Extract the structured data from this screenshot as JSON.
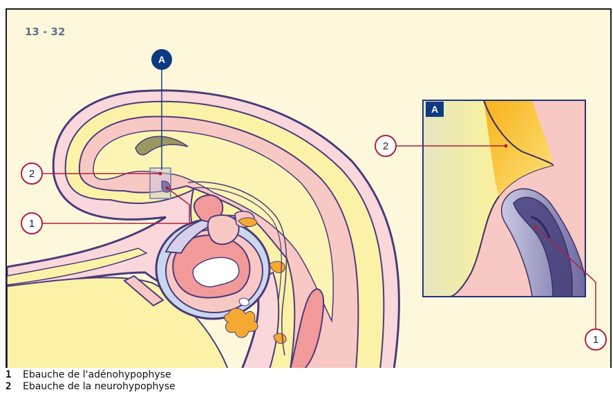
{
  "figure": {
    "number": "13 - 32",
    "view_marker": "A",
    "inset_label": "A",
    "callouts": {
      "adeno": "1",
      "neuro": "2"
    },
    "colors": {
      "background": "#fdf8dc",
      "outline": "#4a3a7a",
      "callout_line": "#b01e3a",
      "marker_blue": "#0d3a82",
      "tissue_pink": "#f8c8c4",
      "tissue_yellow": "#f9eea0",
      "neurohypophysis": "#f4b82e",
      "adenohypophysis": "#7d79a8"
    }
  },
  "legend": [
    {
      "num": "1",
      "text": "Ebauche de l'adénohypophyse"
    },
    {
      "num": "2",
      "text": "Ebauche de la neurohypophyse"
    }
  ]
}
